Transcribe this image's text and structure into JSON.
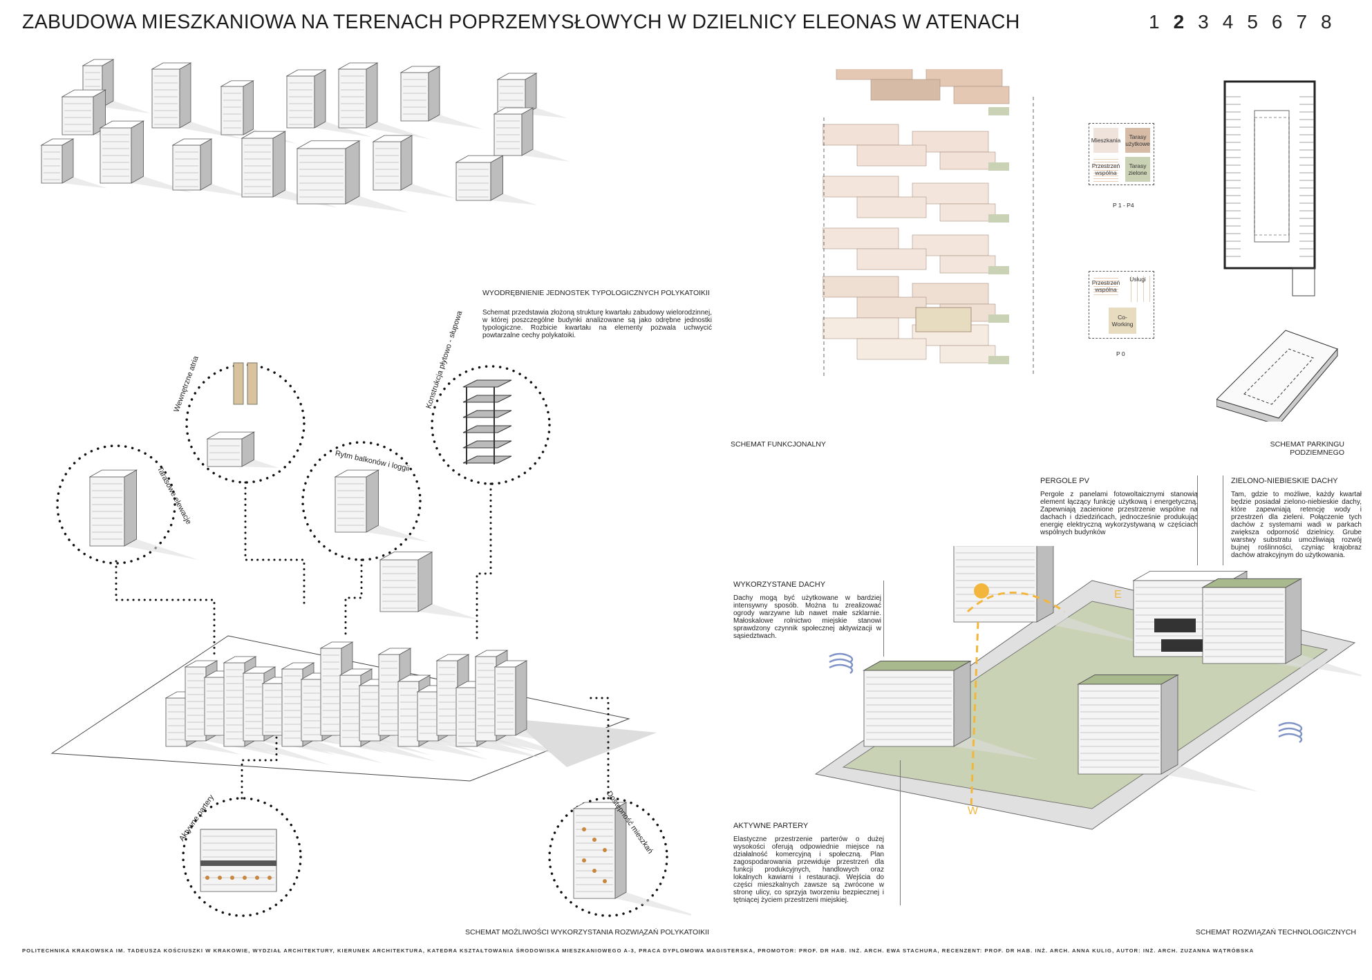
{
  "header": {
    "title": "ZABUDOWA MIESZKANIOWA NA TERENACH POPRZEMYSŁOWYCH W DZIELNICY ELEONAS W ATENACH",
    "pages": [
      "1",
      "2",
      "3",
      "4",
      "5",
      "6",
      "7",
      "8"
    ],
    "current_page": "2"
  },
  "typology": {
    "caption": "WYODRĘBNIENIE JEDNOSTEK TYPOLOGICZNYCH  POLYKATOIKII",
    "text": "Schemat przedstawia złożoną strukturę kwartału zabudowy wielorodzinnej, w której poszczególne budynki analizowane są jako odrębne jednostki typologiczne. Rozbicie kwartału na elementy pozwala uchwycić powtarzalne cechy polykatoiki."
  },
  "functional": {
    "caption": "SCHEMAT FUNKCJONALNY",
    "legend_upper": {
      "items": [
        "Mieszkania",
        "Tarasy użytkowe",
        "Przestrzeń wspólna",
        "Tarasy zielone"
      ],
      "label": "P 1 - P4"
    },
    "legend_lower": {
      "items": [
        "Przestrzeń wspólna",
        "Usługi",
        "Co-Working"
      ],
      "label": "P 0"
    }
  },
  "parking": {
    "caption_line1": "SCHEMAT PARKINGU",
    "caption_line2": "PODZIEMNEGO"
  },
  "circles": [
    "Tarasowe elewacje",
    "Wewnętrzne atria",
    "Rytm balkonów i loggii",
    "Konstrukcja płytowo - słupowa",
    "Aktywne partery",
    "Dostępność mieszkań"
  ],
  "possibilities": {
    "caption": "SCHEMAT MOŻLIWOŚCI WYKORZYSTANIA ROZWIĄZAŃ POLYKATOIKII"
  },
  "tech": {
    "caption": "SCHEMAT ROZWIĄZAŃ TECHNOLOGICZNYCH",
    "compass_e": "E",
    "compass_w": "W",
    "pergole": {
      "title": "PERGOLE PV",
      "text": "Pergole z panelami fotowoltaicznymi stanowią element łączący funkcję użytkową i energetyczną. Zapewniają zacienione przestrzenie wspólne na dachach i dziedzińcach, jednocześnie produkując energię elektryczną wykorzystywaną w częściach wspólnych budynków"
    },
    "zielono": {
      "title": "ZIELONO-NIEBIESKIE DACHY",
      "text": "Tam, gdzie to możliwe, każdy kwartał będzie posiadał zielono-niebieskie dachy, które zapewniają retencję wody i przestrzeń dla zieleni. Połączenie tych dachów z systemami wadi w parkach zwiększa odporność dzielnicy. Grube warstwy substratu umożliwiają rozwój bujnej roślinności, czyniąc krajobraz dachów atrakcyjnym do użytkowania."
    },
    "dachy": {
      "title": "WYKORZYSTANE DACHY",
      "text": "Dachy mogą być użytkowane w bardziej intensywny sposób. Można tu zrealizować ogrody warzywne lub nawet małe szklarnie. Małoskalowe rolnictwo miejskie stanowi sprawdzony czynnik społecznej aktywizacji w sąsiedztwach."
    },
    "partery": {
      "title": "AKTYWNE PARTERY",
      "text": "Elastyczne przestrzenie parterów o dużej wysokości oferują odpowiednie miejsce na działalność komercyjną i społeczną. Plan zagospodarowania przewiduje przestrzeń dla funkcji produkcyjnych, handlowych oraz lokalnych kawiarni i restauracji. Wejścia do części mieszkalnych zawsze są zwrócone w stronę ulicy, co sprzyja tworzeniu bezpiecznej i tętniącej życiem przestrzeni miejskiej."
    }
  },
  "footer": "POLITECHNIKA KRAKOWSKA IM. TADEUSZA KOŚCIUSZKI W KRAKOWIE, WYDZIAŁ ARCHITEKTURY, KIERUNEK ARCHITEKTURA, KATEDRA KSZTAŁTOWANIA ŚRODOWISKA MIESZKANIOWEGO A-3, PRACA DYPLOMOWA MAGISTERSKA, PROMOTOR: PROF. DR HAB. INŻ. ARCH. EWA STACHURA, RECENZENT: PROF. DR HAB. INŻ. ARCH. ANNA KULIG, AUTOR: INŻ. ARCH. ZUZANNA WĄTRÓBSKA",
  "colors": {
    "apartments": "#efe3dc",
    "terraces": "#d6bba6",
    "green": "#c9d2b4",
    "coworking": "#e8dcc0",
    "sun": "#f3b63c",
    "wind": "#7f93c6"
  }
}
